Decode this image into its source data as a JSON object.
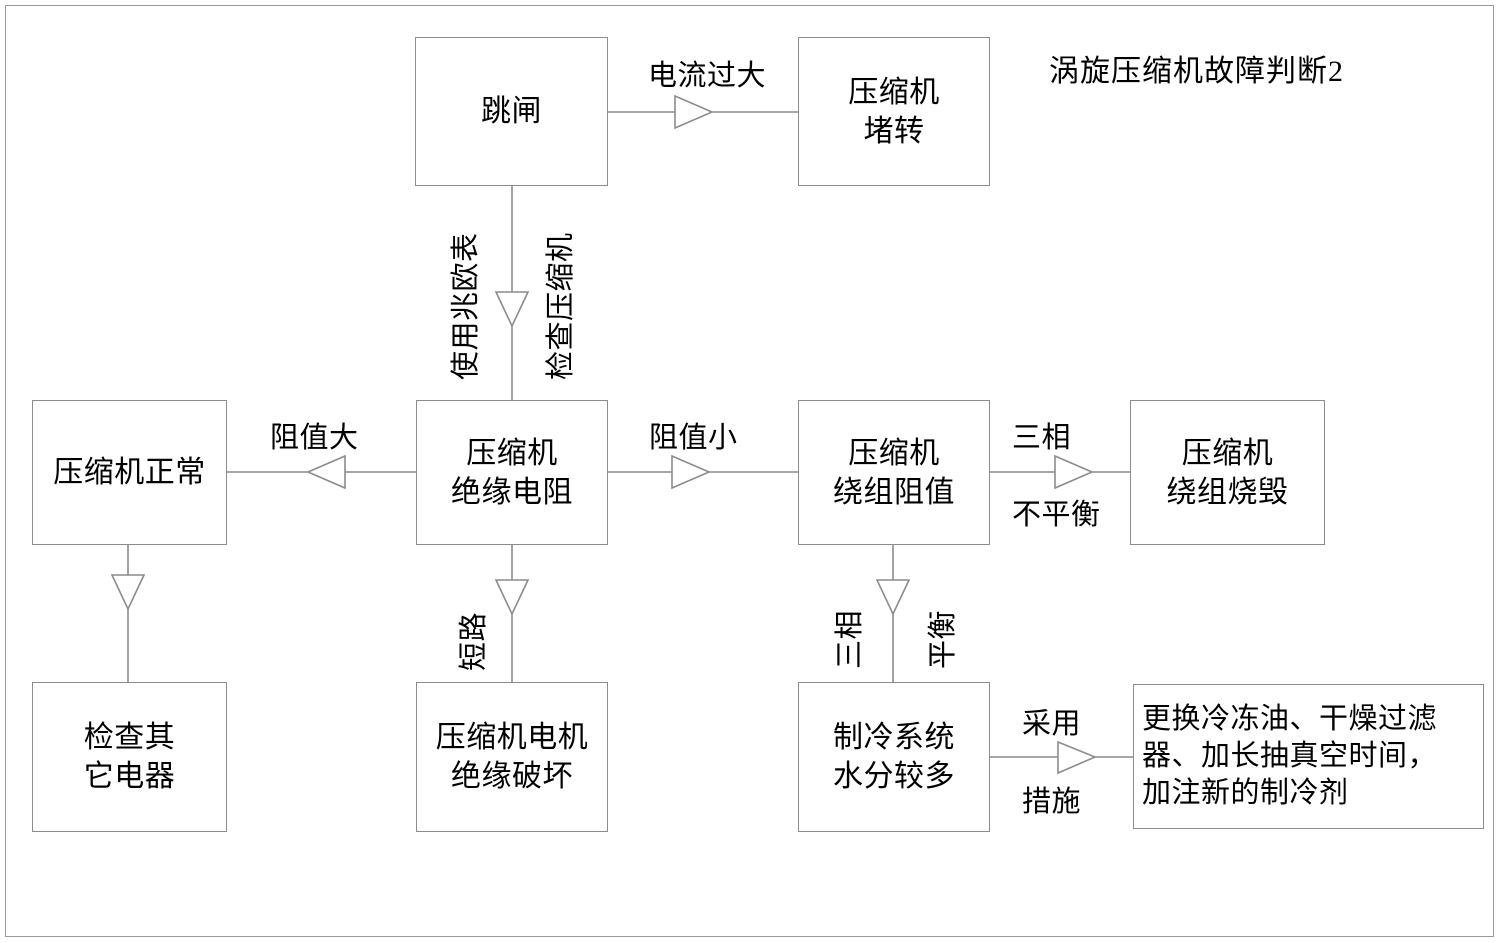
{
  "title": "涡旋压缩机故障判断2",
  "nodes": {
    "trip": "跳闸",
    "stall": "压缩机\n堵转",
    "normal": "压缩机正常",
    "insulation": "压缩机\n绝缘电阻",
    "winding_res": "压缩机\n绕组阻值",
    "winding_burn": "压缩机\n绕组烧毁",
    "check_other": "检查其\n它电器",
    "motor_insul": "压缩机电机\n绝缘破坏",
    "moisture": "制冷系统\n水分较多",
    "remedy": "更换冷冻油、干燥过滤\n器、加长抽真空时间，\n加注新的制冷剂"
  },
  "edge_labels": {
    "over_current": "电流过大",
    "use_megohmmeter": "使用兆欧表",
    "check_compressor": "检查压缩机",
    "resistance_high": "阻值大",
    "resistance_low": "阻值小",
    "three_phase": "三相",
    "unbalanced": "不平衡",
    "short_circuit": "短路",
    "three_phase_v": "三相",
    "balanced_v": "平衡",
    "adopt": "采用",
    "measure": "措施"
  },
  "colors": {
    "line": "#8c8c8c",
    "box_border": "#8c8c8c",
    "frame": "#9a9a9a",
    "text": "#000000",
    "background": "#ffffff"
  }
}
